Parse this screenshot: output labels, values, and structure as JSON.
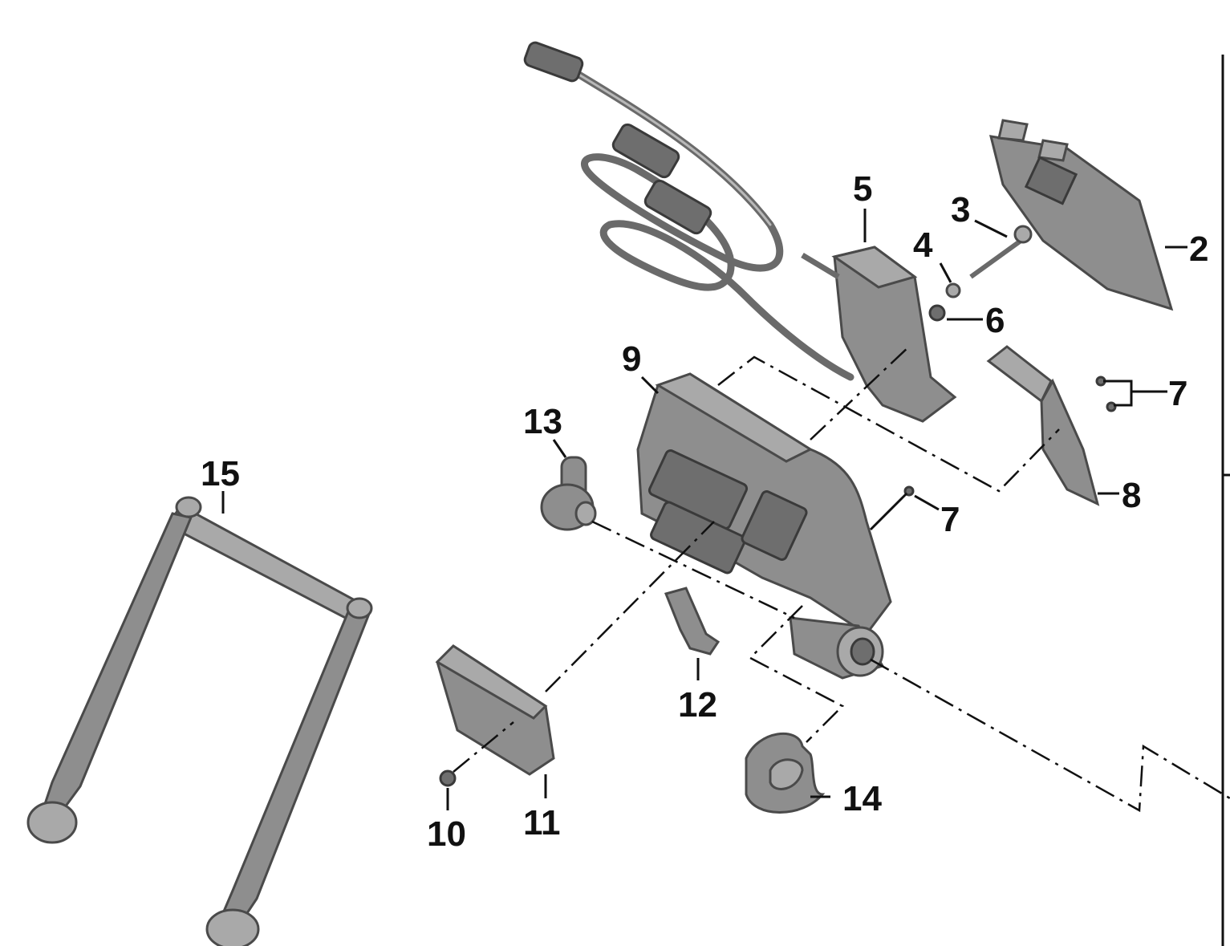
{
  "callouts": {
    "c2": "2",
    "c3": "3",
    "c4": "4",
    "c5": "5",
    "c6": "6",
    "c7a": "7",
    "c7b": "7",
    "c8": "8",
    "c9": "9",
    "c10": "10",
    "c11": "11",
    "c12": "12",
    "c13": "13",
    "c14": "14",
    "c15": "15"
  },
  "colors": {
    "part_fill": "#8e8e8e",
    "part_outline": "#4a4a4a",
    "linework": "#111111",
    "background": "#ffffff"
  }
}
